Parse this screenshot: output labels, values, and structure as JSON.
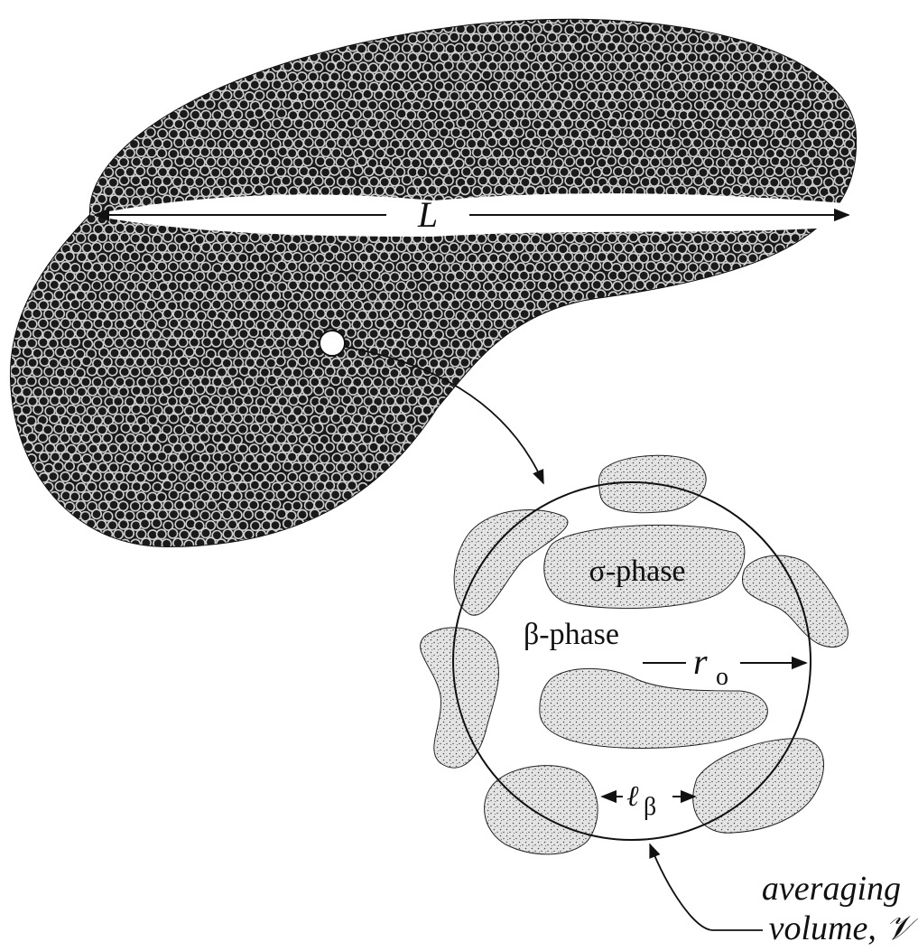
{
  "labels": {
    "length_scale": "L",
    "sigma_phase": "σ-phase",
    "beta_phase": "β-phase",
    "radius": "r",
    "radius_subscript": "o",
    "distance": "ℓ",
    "distance_subscript": "β",
    "averaging_line1": "averaging",
    "averaging_line2": "volume, 𝒱"
  },
  "colors": {
    "ink": "#111111",
    "particle_fill": "#1a1a1a",
    "particle_ring": "#cfcfcf",
    "stipple_bg": "#e4e4e4",
    "stipple_dot": "#444444",
    "paper": "#ffffff"
  }
}
